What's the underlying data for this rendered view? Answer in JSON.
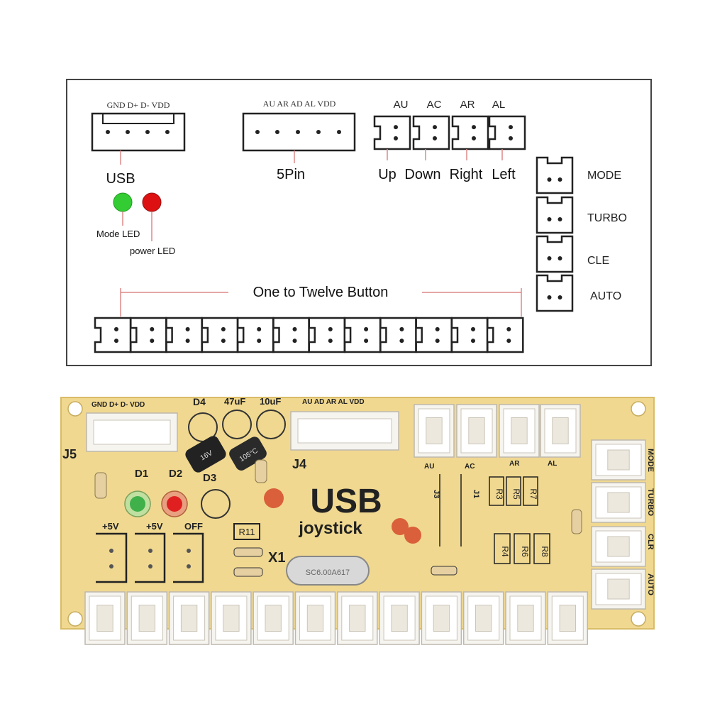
{
  "diagram": {
    "usb_header_pins": "GND D+ D- VDD",
    "usb_label": "USB",
    "mode_led_label": "Mode LED",
    "power_led_label": "power LED",
    "fivepin_pins": "AU AR AD AL VDD",
    "fivepin_label": "5Pin",
    "direction_pins": [
      "AU",
      "AC",
      "AR",
      "AL"
    ],
    "direction_labels": [
      "Up",
      "Down",
      "Right",
      "Left"
    ],
    "side_labels": [
      "MODE",
      "TURBO",
      "CLE",
      "AUTO"
    ],
    "buttons_label": "One to Twelve Button",
    "led_colors": {
      "mode": "#33cc33",
      "power": "#dd1111"
    }
  },
  "board": {
    "j5_pins": "GND D+  D-   VDD",
    "j5_label": "J5",
    "j4_pins": "AU  AD  AR  AL  VDD",
    "j4_label": "J4",
    "d4_label": "D4",
    "cap1_label": "47uF",
    "cap2_label": "10uF",
    "d1_label": "D1",
    "d2_label": "D2",
    "d3_label": "D3",
    "plus5v_1": "+5V",
    "plus5v_2": "+5V",
    "off_label": "OFF",
    "r11_label": "R11",
    "x1_label": "X1",
    "crystal_label": "SC6.00A617",
    "title": "USB",
    "subtitle": "joystick",
    "dir_labels": [
      "AU",
      "AC",
      "AR",
      "AL"
    ],
    "j3_label": "J3",
    "j1_label": "J1",
    "resistors_top": [
      "R3",
      "R5",
      "R7"
    ],
    "resistors_bottom": [
      "R4",
      "R6",
      "R8"
    ],
    "side_labels": [
      "MODE",
      "TURBO",
      "CLR",
      "AUTO"
    ],
    "pcb_color": "#f0d890"
  }
}
